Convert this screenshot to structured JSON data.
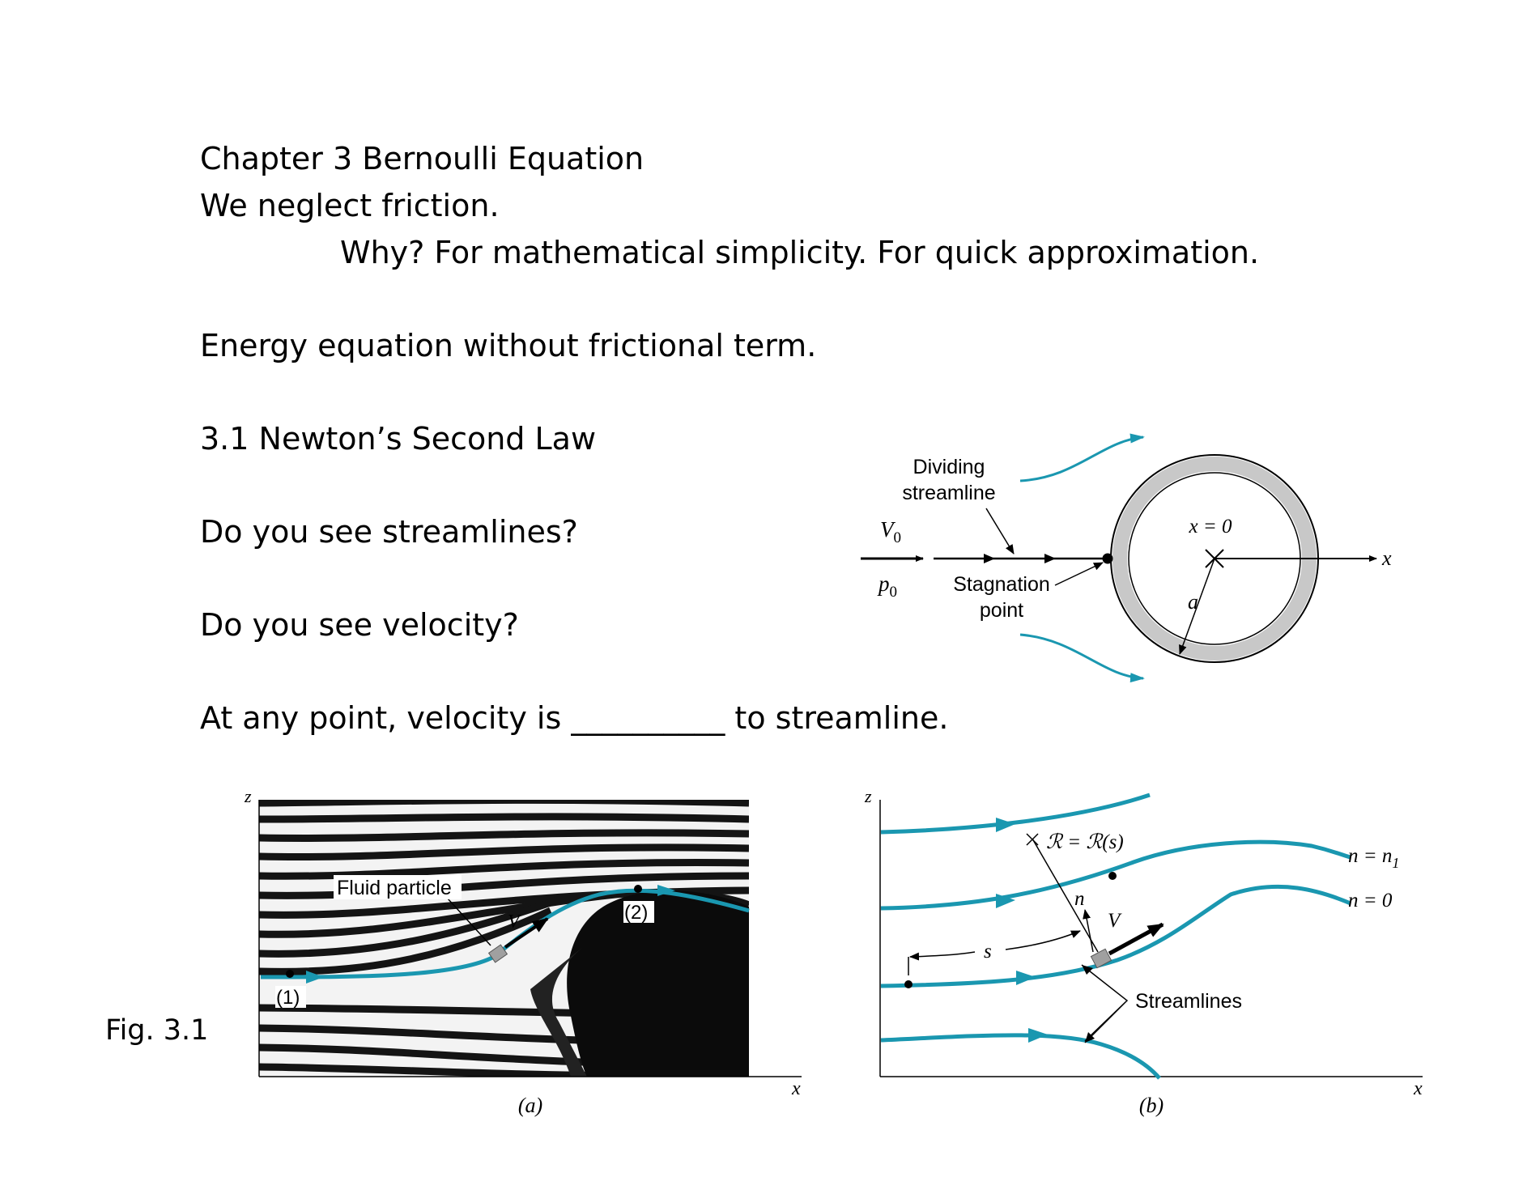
{
  "slide": {
    "lines": {
      "chapter": "Chapter 3  Bernoulli Equation",
      "neglect": "We neglect friction.",
      "why": "Why?  For mathematical simplicity.  For quick approximation.",
      "energy": "Energy equation without frictional term.",
      "section": "3.1 Newton’s Second Law",
      "q1": "Do you see streamlines?",
      "q2": "Do you see velocity?",
      "blank": "At any point, velocity is __________ to streamline."
    },
    "fig_label": "Fig. 3.1"
  },
  "top_diagram": {
    "dividing_1": "Dividing",
    "dividing_2": "streamline",
    "v0": "V",
    "v0_sub": "0",
    "p0": "p",
    "p0_sub": "0",
    "stag_1": "Stagnation",
    "stag_2": "point",
    "x_eq": "x = 0",
    "x_axis": "x",
    "radius": "a"
  },
  "fig_a": {
    "z": "z",
    "x": "x",
    "caption": "(a)",
    "particle": "Fluid particle",
    "p1": "(1)",
    "p2": "(2)",
    "v": "V"
  },
  "fig_b": {
    "z": "z",
    "x": "x",
    "caption": "(b)",
    "radius_label": "ℛ = ℛ(s)",
    "n": "n",
    "v": "V",
    "s": "s",
    "n1_main": "n = n",
    "n1_sub": "1",
    "n0": "n = 0",
    "streamlines": "Streamlines"
  },
  "colors": {
    "streamline": "#1a97b0",
    "ring": "#c8c8c8",
    "particle": "#a0a0a0"
  }
}
